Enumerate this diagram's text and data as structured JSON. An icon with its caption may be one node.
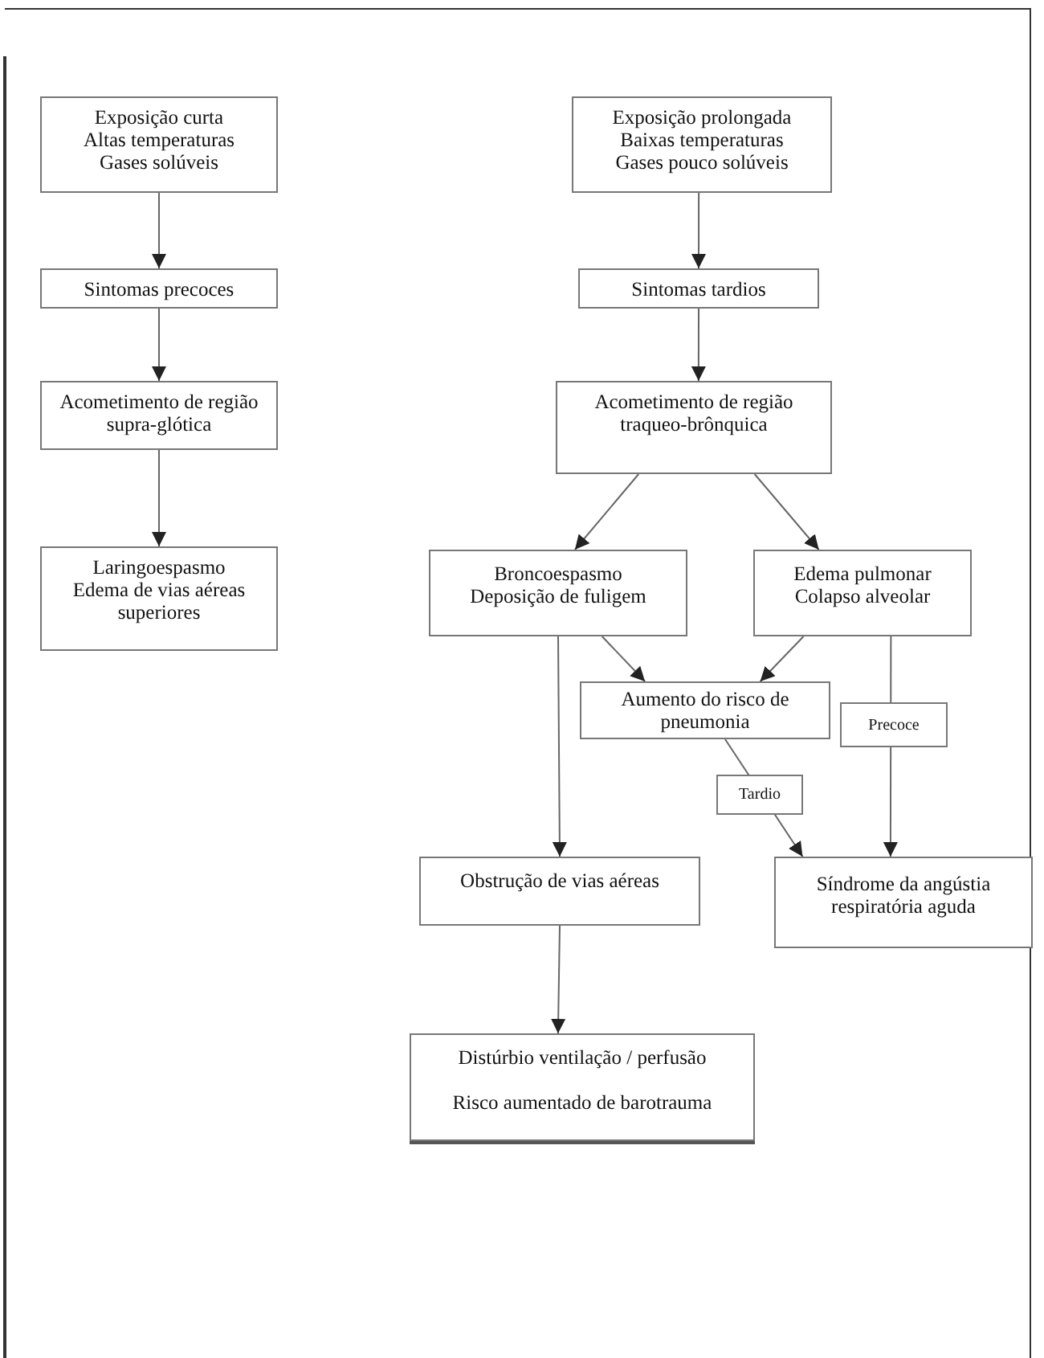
{
  "diagram": {
    "nodes": [
      {
        "text": [
          "Exposição curta",
          "Altas temperaturas",
          "Gases solúveis"
        ]
      },
      {
        "text": [
          "Exposição prolongada",
          "Baixas temperaturas",
          "Gases pouco solúveis"
        ]
      },
      {
        "text": [
          "Sintomas precoces"
        ]
      },
      {
        "text": [
          "Sintomas tardios"
        ]
      },
      {
        "text": [
          "Acometimento de região supra-glótica"
        ]
      },
      {
        "text": [
          "Acometimento de região traqueo-brônquica"
        ]
      },
      {
        "text": [
          "Laringoespasmo",
          "Edema de vias aéreas superiores"
        ]
      },
      {
        "text": [
          "Broncoespasmo",
          "Deposição de fuligem"
        ]
      },
      {
        "text": [
          "Edema pulmonar",
          "Colapso alveolar"
        ]
      },
      {
        "text": [
          "Aumento do risco de pneumonia"
        ]
      },
      {
        "text": [
          "Obstrução de vias aéreas"
        ]
      },
      {
        "text": [
          "Síndrome da angústia respiratória aguda"
        ]
      },
      {
        "text": [
          "Distúrbio ventilação / perfusão",
          "Risco aumentado de barotrauma"
        ]
      }
    ],
    "edges": [
      {
        "from": 0,
        "to": 2,
        "arrow": "to"
      },
      {
        "from": 2,
        "to": 4,
        "arrow": "to"
      },
      {
        "from": 4,
        "to": 6,
        "arrow": "to"
      },
      {
        "from": 1,
        "to": 3,
        "arrow": "to"
      },
      {
        "from": 3,
        "to": 5,
        "arrow": "to"
      },
      {
        "from": 5,
        "to": 7,
        "arrow": "to"
      },
      {
        "from": 5,
        "to": 8,
        "arrow": "to"
      },
      {
        "from": 7,
        "to": 9,
        "arrow": "to"
      },
      {
        "from": 8,
        "to": 9,
        "arrow": "to"
      },
      {
        "from": 7,
        "to": 10,
        "arrow": "to"
      },
      {
        "from": 9,
        "to": 11,
        "arrow": "to",
        "label": "Tardio"
      },
      {
        "from": 8,
        "to": 11,
        "arrow": "to",
        "label": "Precoce"
      },
      {
        "from": 10,
        "to": 12,
        "arrow": "to"
      }
    ]
  }
}
